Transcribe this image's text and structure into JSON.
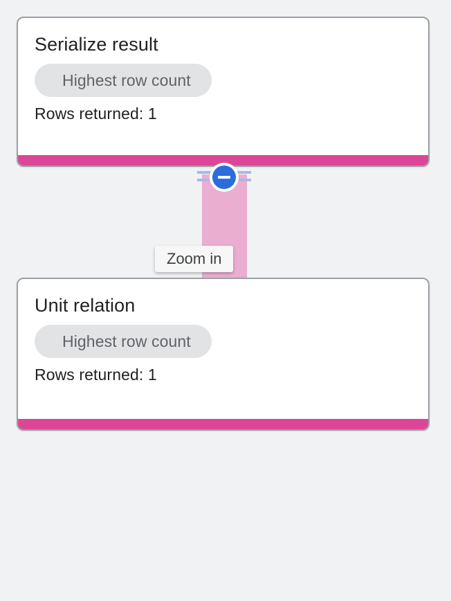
{
  "canvas": {
    "background_color": "#f1f2f4",
    "accent_color": "#dd4697",
    "connector_color": "#eaaed0",
    "control_color": "#2b6edb"
  },
  "nodes": [
    {
      "id": "serialize-result",
      "title": "Serialize result",
      "chip_label": "Highest row count",
      "rows_label": "Rows returned: 1",
      "bar_color": "#dd4697"
    },
    {
      "id": "unit-relation",
      "title": "Unit relation",
      "chip_label": "Highest row count",
      "rows_label": "Rows returned: 1",
      "bar_color": "#dd4697"
    }
  ],
  "zoom_control": {
    "icon": "minus-circle-icon",
    "tooltip": "Zoom in"
  }
}
